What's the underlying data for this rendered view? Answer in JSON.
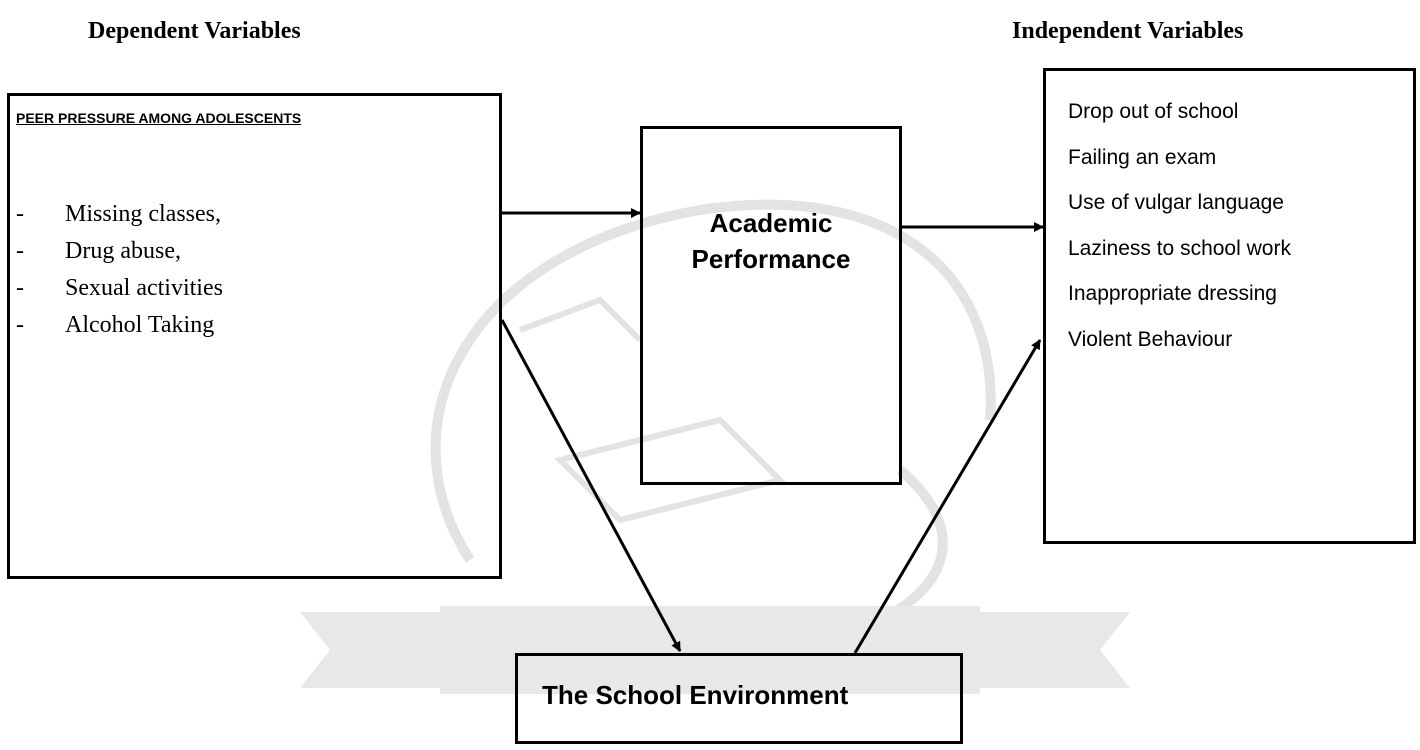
{
  "headings": {
    "dependent": "Dependent Variables",
    "independent": "Independent Variables"
  },
  "left_box": {
    "title": "PEER PRESSURE AMONG ADOLESCENTS",
    "items": [
      "Missing classes,",
      "Drug abuse,",
      "Sexual activities",
      "Alcohol Taking"
    ]
  },
  "middle_box": {
    "line1": "Academic",
    "line2": "Performance"
  },
  "right_box": {
    "items": [
      "Drop out of school",
      "Failing an exam",
      "Use of vulgar language",
      "Laziness to school work",
      "Inappropriate dressing",
      "Violent Behaviour"
    ]
  },
  "bottom_box": {
    "label": "The School Environment"
  },
  "colors": {
    "line": "#000000",
    "watermark": "#d9d9d9"
  }
}
